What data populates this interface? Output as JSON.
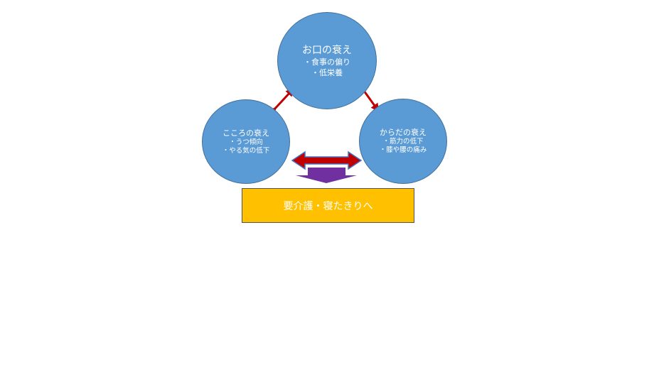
{
  "colors": {
    "circle_fill": "#5b9bd5",
    "circle_border": "#41719c",
    "arrow_red": "#c00000",
    "arrow_blue_outline": "#4472c4",
    "down_arrow": "#7030a0",
    "result_fill": "#ffc000"
  },
  "mouth": {
    "title": "お口の衰え",
    "items": [
      "・食事の偏り",
      "・低栄養"
    ]
  },
  "mind": {
    "title": "こころの衰え",
    "items": [
      "・うつ傾向",
      "・やる気の低下"
    ]
  },
  "body": {
    "title": "からだの衰え",
    "items": [
      "・筋力の低下",
      "・膝や腰の痛み"
    ]
  },
  "result": {
    "label": "要介護・寝たきりへ"
  }
}
